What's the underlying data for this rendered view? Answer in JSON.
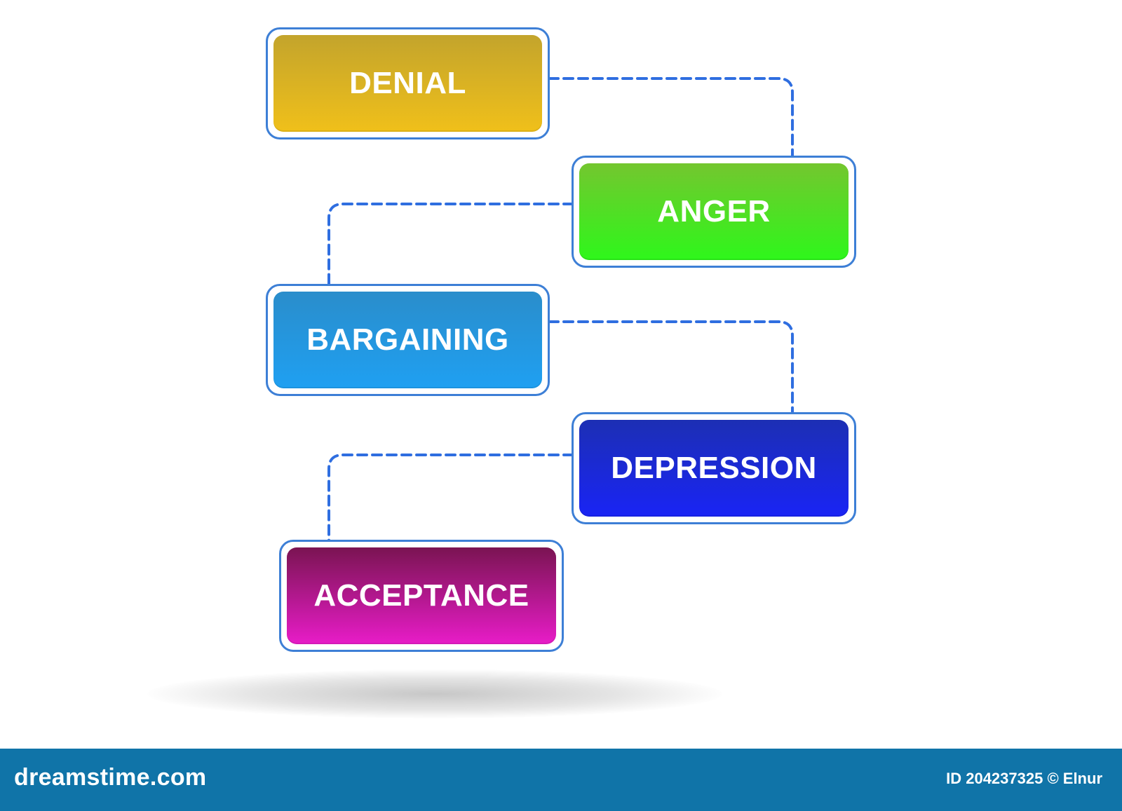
{
  "stages": [
    {
      "label": "DENIAL"
    },
    {
      "label": "ANGER"
    },
    {
      "label": "BARGAINING"
    },
    {
      "label": "DEPRESSION"
    },
    {
      "label": "ACCEPTANCE"
    }
  ],
  "colors": {
    "connector": "#2f6ee0",
    "border": "#3d7fd6",
    "denial": [
      "#c3a42c",
      "#f0c01a"
    ],
    "anger": [
      "#74c62f",
      "#2ef71b"
    ],
    "bargaining": [
      "#2a8dcb",
      "#1fa0f2"
    ],
    "depression": [
      "#1c2fb4",
      "#1a24f5"
    ],
    "acceptance": [
      "#7a1452",
      "#e81cc8"
    ],
    "footer_bg": "#1074a8"
  },
  "footer": {
    "logo": "dreamstime.com",
    "credit": "ID 204237325 © Elnur"
  }
}
